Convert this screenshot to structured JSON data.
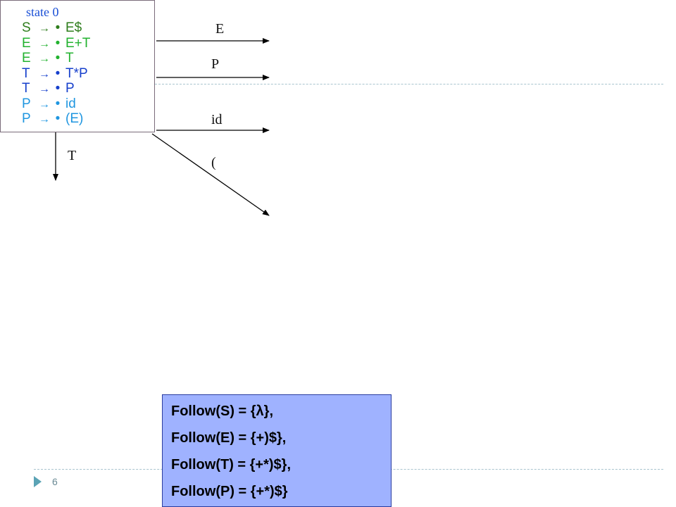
{
  "state": {
    "title": "state 0",
    "productions": [
      {
        "lhs": "S",
        "arrow": "→",
        "dot": "•",
        "rhs": "E$",
        "color": "#2e7d1c"
      },
      {
        "lhs": "E",
        "arrow": "→",
        "dot": "•",
        "rhs": "E+T",
        "color": "#22b22f"
      },
      {
        "lhs": "E",
        "arrow": "→",
        "dot": "•",
        "rhs": "T",
        "color": "#22b22f"
      },
      {
        "lhs": "T",
        "arrow": "→",
        "dot": "•",
        "rhs": "T*P",
        "color": "#1740cc"
      },
      {
        "lhs": "T",
        "arrow": "→",
        "dot": "•",
        "rhs": "P",
        "color": "#1740cc"
      },
      {
        "lhs": "P",
        "arrow": "→",
        "dot": "•",
        "rhs": "id",
        "color": "#1f96e0"
      },
      {
        "lhs": "P",
        "arrow": "→",
        "dot": "•",
        "rhs": "(E)",
        "color": "#1f96e0"
      }
    ]
  },
  "edges": {
    "E": "E",
    "P": "P",
    "id": "id",
    "lparen": "(",
    "T": "T"
  },
  "follow": [
    "Follow(S) = {λ},",
    "Follow(E) = {+)$},",
    "Follow(T) = {+*)$},",
    "Follow(P) = {+*)$}"
  ],
  "footer": {
    "page_number": "6"
  }
}
